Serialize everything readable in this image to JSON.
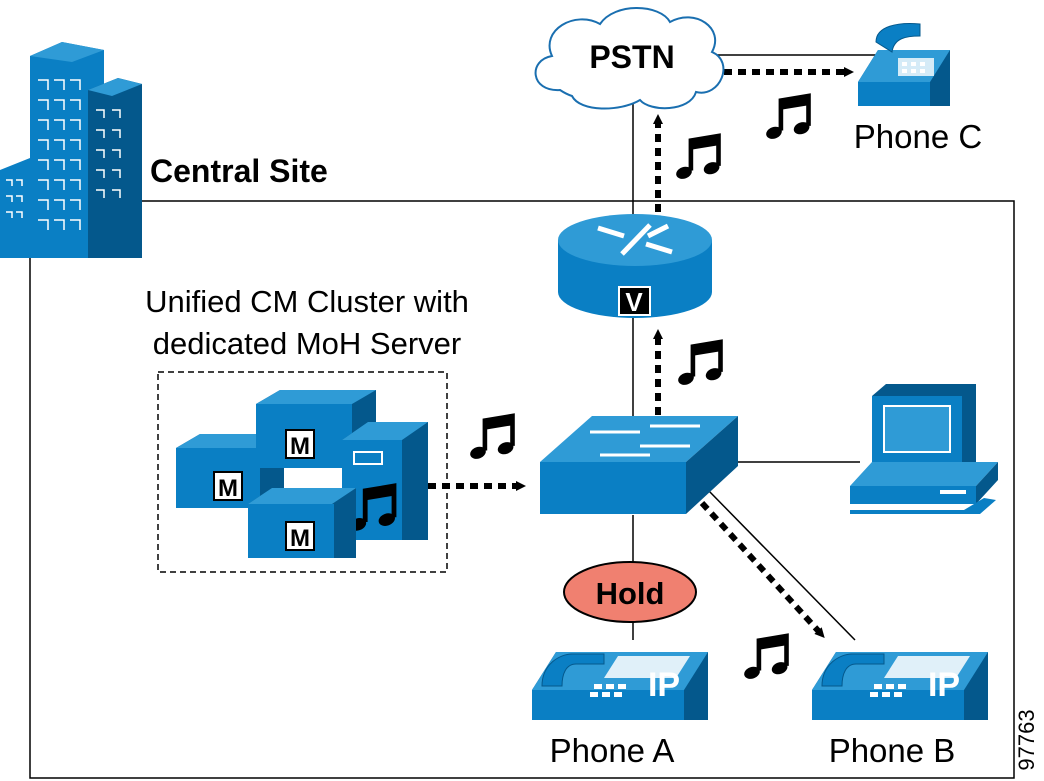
{
  "labels": {
    "site": "Central Site",
    "pstn": "PSTN",
    "phone_c": "Phone C",
    "cluster_line1": "Unified CM Cluster with",
    "cluster_line2": "dedicated MoH Server",
    "hold": "Hold",
    "phone_a": "Phone A",
    "phone_b": "Phone B",
    "figure_id": "97763"
  },
  "badges": {
    "router_mark": "V",
    "server_mark": "M",
    "phone_mark": "IP"
  },
  "icons": [
    "building-icon",
    "cloud-icon",
    "router-icon",
    "switch-icon",
    "server-icon",
    "moh-server-icon",
    "desk-phone-icon",
    "ip-phone-icon",
    "computer-icon",
    "music-note-icon"
  ],
  "colors": {
    "device_blue": "#0a7fc4",
    "device_dark": "#04588c",
    "device_light": "#2f9bd6",
    "hold_fill": "#f08070",
    "cloud_fill": "#ffffff",
    "line": "#000000"
  }
}
